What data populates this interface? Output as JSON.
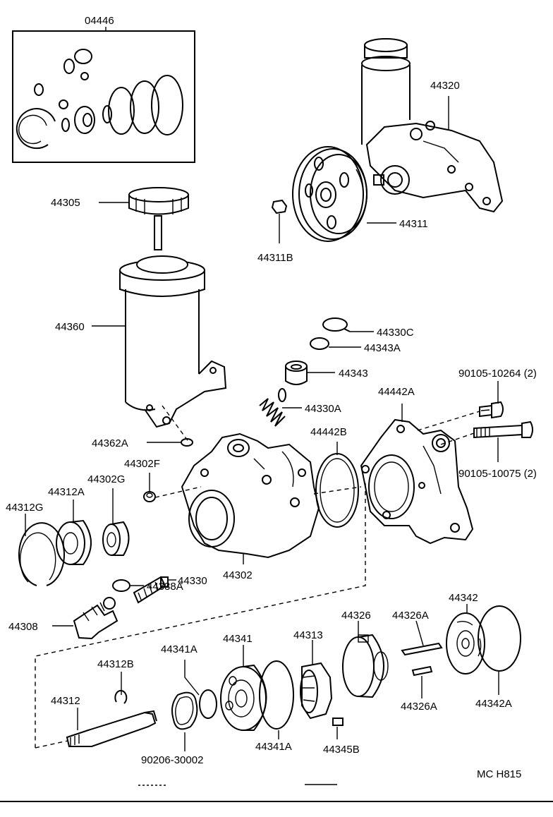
{
  "labels": {
    "l04446": "04446",
    "l44305": "44305",
    "l44360": "44360",
    "l44320": "44320",
    "l44311": "44311",
    "l44311B": "44311B",
    "l44330C": "44330C",
    "l44343A": "44343A",
    "l44343": "44343",
    "l44330A": "44330A",
    "l44442B": "44442B",
    "l44442A": "44442A",
    "l90105a": "90105-10264 (2)",
    "l90105b": "90105-10075 (2)",
    "l44362A": "44362A",
    "l44302F": "44302F",
    "l44302G": "44302G",
    "l44312A": "44312A",
    "l44312G": "44312G",
    "l44330": "44330",
    "l44302": "44302",
    "l44338A": "44338A",
    "l44308": "44308",
    "l44341A_top": "44341A",
    "l44341": "44341",
    "l44313": "44313",
    "l44326": "44326",
    "l44326A_top": "44326A",
    "l44342": "44342",
    "l44312B": "44312B",
    "l44312": "44312",
    "l44341A_bot": "44341A",
    "l44345B": "44345B",
    "l44326A_bot": "44326A",
    "l44342A": "44342A",
    "l90206": "90206-30002",
    "footer_code": "MC  H815"
  }
}
